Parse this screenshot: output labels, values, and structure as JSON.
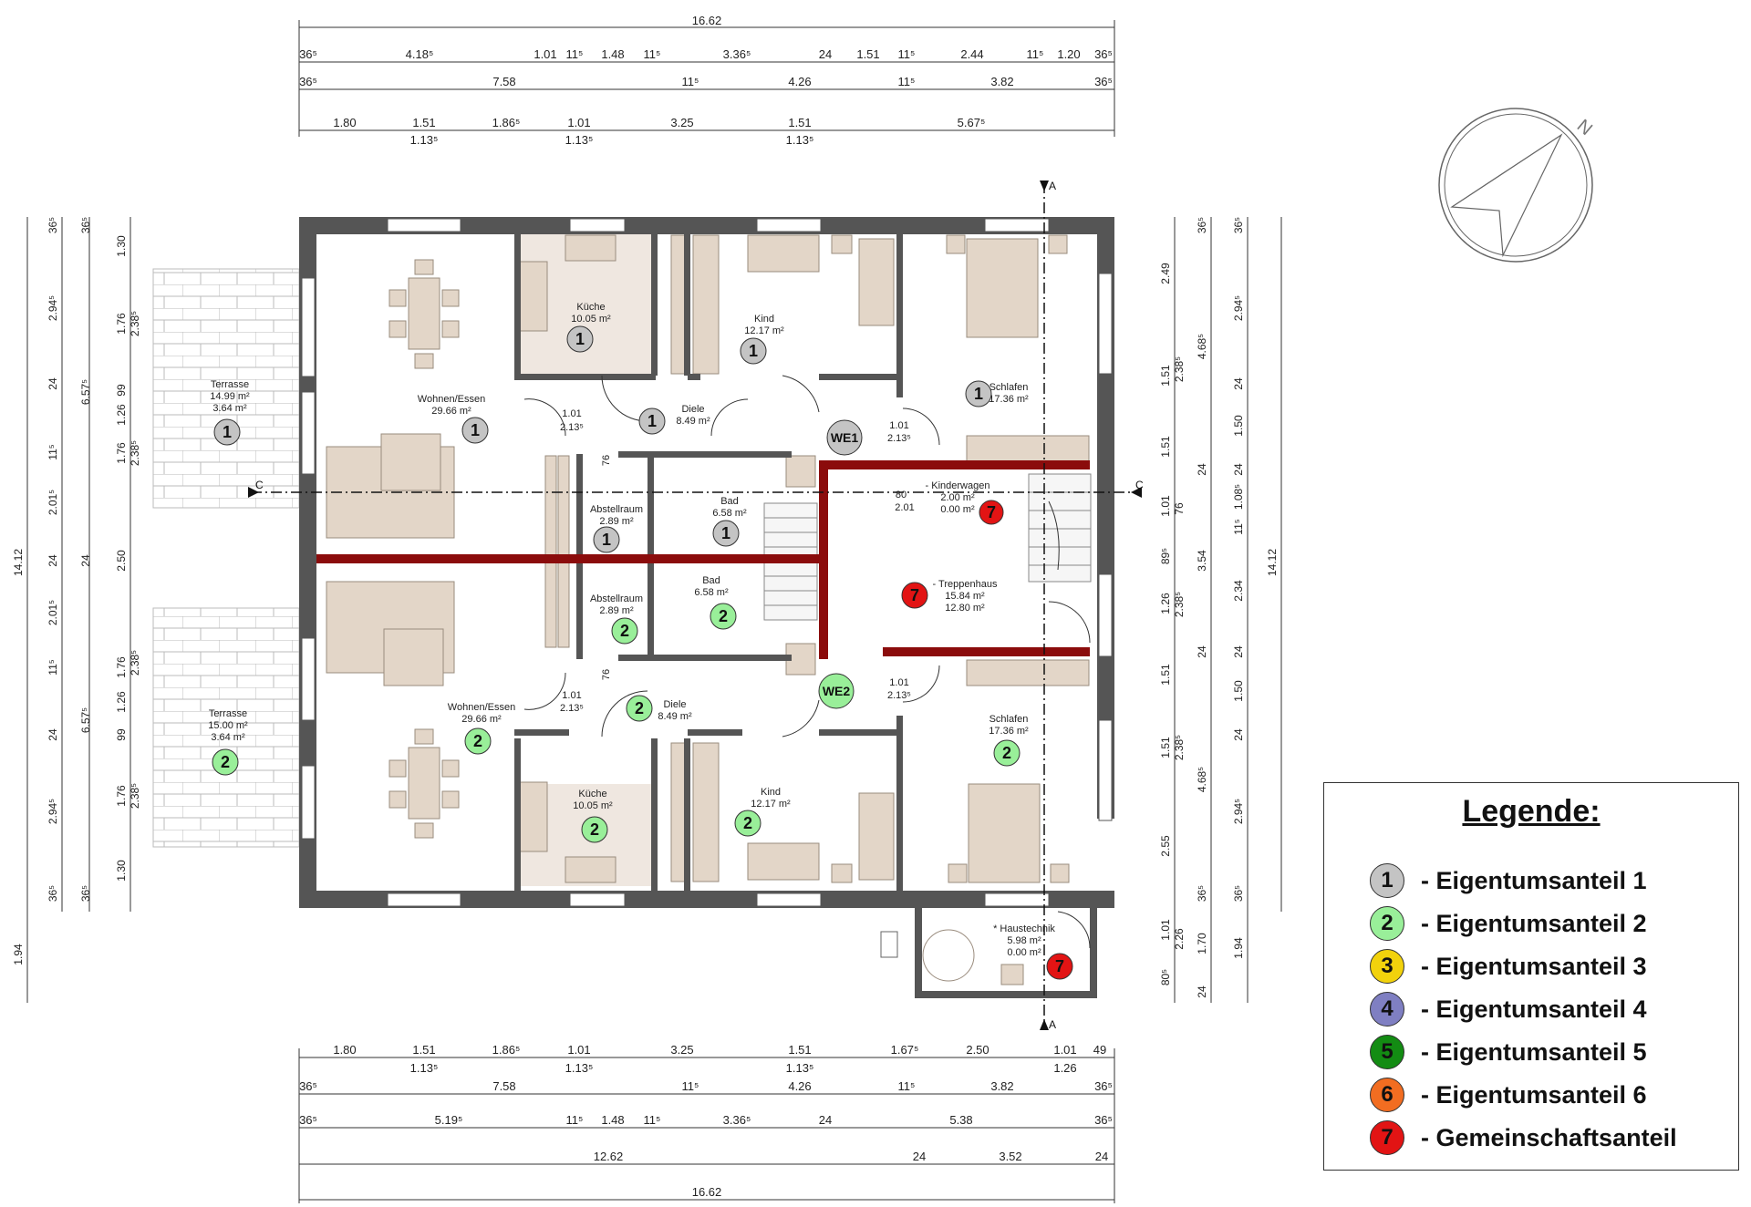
{
  "dims_top": {
    "overall": "16.62",
    "row1": [
      "36⁵",
      "4.18⁵",
      "1.01",
      "11⁵",
      "1.48",
      "11⁵",
      "3.36⁵",
      "24",
      "1.51",
      "11⁵",
      "2.44",
      "11⁵",
      "1.20",
      "36⁵"
    ],
    "row2": [
      "36⁵",
      "7.58",
      "11⁵",
      "4.26",
      "11⁵",
      "3.82",
      "36⁵"
    ],
    "row3": [
      "1.80",
      "1.51",
      "1.86⁵",
      "1.01",
      "3.25",
      "1.51",
      "5.67⁵"
    ],
    "row3_sub": [
      "1.13⁵",
      "1.13⁵",
      "1.13⁵"
    ]
  },
  "dims_bottom": {
    "row1": [
      "1.80",
      "1.51",
      "1.86⁵",
      "1.01",
      "3.25",
      "1.51",
      "1.67⁵",
      "2.50",
      "1.01",
      "49"
    ],
    "row1_sub": [
      "1.13⁵",
      "1.13⁵",
      "1.13⁵",
      "1.26"
    ],
    "row2": [
      "36⁵",
      "7.58",
      "11⁵",
      "4.26",
      "11⁵",
      "3.82",
      "36⁵"
    ],
    "row3": [
      "36⁵",
      "5.19⁵",
      "11⁵",
      "1.48",
      "11⁵",
      "3.36⁵",
      "24",
      "5.38",
      "36⁵"
    ],
    "row4": [
      "12.62",
      "24",
      "3.52",
      "24"
    ],
    "overall": "16.62"
  },
  "dims_left": {
    "overall": "14.12",
    "extra": "1.94",
    "col_a": [
      "36⁵",
      "2.94⁵",
      "24",
      "11⁵",
      "2.01⁵",
      "24",
      "2.01⁵",
      "11⁵",
      "24",
      "2.94⁵",
      "36⁵"
    ],
    "col_b": [
      "36⁵",
      "6.57⁵",
      "24",
      "6.57⁵",
      "36⁵"
    ],
    "col_c": [
      "1.30",
      "1.76",
      "99",
      "1.26",
      "1.76",
      "2.50",
      "1.76",
      "1.26",
      "99",
      "1.76",
      "1.30"
    ],
    "col_c_sub": [
      "2.38⁵",
      "2.38⁵",
      "2.38⁵",
      "2.38⁵"
    ]
  },
  "dims_right": {
    "overall": "14.12",
    "col_a": [
      "2.49",
      "1.51",
      "1.51",
      "1.01",
      "1.26",
      "1.51",
      "1.51",
      "2.55",
      "1.01",
      "80⁵"
    ],
    "col_a_sub": [
      "2.38⁵",
      "76",
      "89⁵",
      "2.38⁵",
      "2.38⁵",
      "2.26"
    ],
    "col_b": [
      "36⁵",
      "4.68⁵",
      "24",
      "3.54",
      "24",
      "4.68⁵",
      "36⁵",
      "1.70",
      "24"
    ],
    "col_c": [
      "36⁵",
      "2.94⁵",
      "24",
      "1.50",
      "24",
      "1.08⁵",
      "11⁵",
      "2.34",
      "24",
      "1.50",
      "24",
      "2.94⁵",
      "36⁵",
      "1.94"
    ]
  },
  "axes": {
    "section_a": "A",
    "section_c": "C"
  },
  "rooms": [
    {
      "name": "Küche",
      "area": "10.05 m²",
      "mark": "1"
    },
    {
      "name": "Kind",
      "area": "12.17 m²",
      "mark": "1"
    },
    {
      "name": "Schlafen",
      "area": "17.36 m²",
      "mark": "1"
    },
    {
      "name": "Terrasse",
      "area": "14.99 m²",
      "area2": "3.64 m²",
      "mark": "1"
    },
    {
      "name": "Wohnen/Essen",
      "area": "29.66 m²",
      "mark": "1"
    },
    {
      "name": "Diele",
      "area": "8.49 m²",
      "mark": "1"
    },
    {
      "name": "Abstellraum",
      "area": "2.89 m²",
      "mark": "1"
    },
    {
      "name": "Bad",
      "area": "6.58 m²",
      "mark": "1"
    },
    {
      "name": "- Kinderwagen",
      "area": "2.00 m²",
      "area2": "0.00 m²",
      "mark": "7"
    },
    {
      "name": "- Treppenhaus",
      "area": "15.84 m²",
      "area2": "12.80 m²",
      "mark": "7"
    },
    {
      "name": "Abstellraum",
      "area": "2.89 m²",
      "mark": "2"
    },
    {
      "name": "Bad",
      "area": "6.58 m²",
      "mark": "2"
    },
    {
      "name": "Terrasse",
      "area": "15.00 m²",
      "area2": "3.64 m²",
      "mark": "2"
    },
    {
      "name": "Wohnen/Essen",
      "area": "29.66 m²",
      "mark": "2"
    },
    {
      "name": "Diele",
      "area": "8.49 m²",
      "mark": "2"
    },
    {
      "name": "Schlafen",
      "area": "17.36 m²",
      "mark": "2"
    },
    {
      "name": "Küche",
      "area": "10.05 m²",
      "mark": "2"
    },
    {
      "name": "Kind",
      "area": "12.17 m²",
      "mark": "2"
    },
    {
      "name": "* Haustechnik",
      "area": "5.98 m²",
      "area2": "0.00 m²",
      "mark": "7"
    }
  ],
  "units": [
    "WE1",
    "WE2"
  ],
  "doors": {
    "standard": "1.01",
    "standard_sub": "2.13⁵",
    "small": "76",
    "kw_a": "80",
    "kw_b": "2.01"
  },
  "legend": {
    "title": "Legende:",
    "items": [
      {
        "num": "1",
        "label": "- Eigentumsanteil 1",
        "color": "#c4c4c4"
      },
      {
        "num": "2",
        "label": "- Eigentumsanteil 2",
        "color": "#99ef99"
      },
      {
        "num": "3",
        "label": "- Eigentumsanteil 3",
        "color": "#f2d20c"
      },
      {
        "num": "4",
        "label": "- Eigentumsanteil 4",
        "color": "#7f7fc2"
      },
      {
        "num": "5",
        "label": "- Eigentumsanteil 5",
        "color": "#138c13"
      },
      {
        "num": "6",
        "label": "- Eigentumsanteil 6",
        "color": "#f26d21"
      },
      {
        "num": "7",
        "label": "- Gemeinschaftsanteil",
        "color": "#e21414"
      }
    ]
  },
  "colors": {
    "wall": "#555555",
    "party_wall": "#8b0c0c",
    "furniture": "#e3d6c8",
    "mark_1": "#c4c4c4",
    "mark_2": "#99ef99",
    "mark_7": "#e21414"
  },
  "compass": {
    "north": "N"
  }
}
